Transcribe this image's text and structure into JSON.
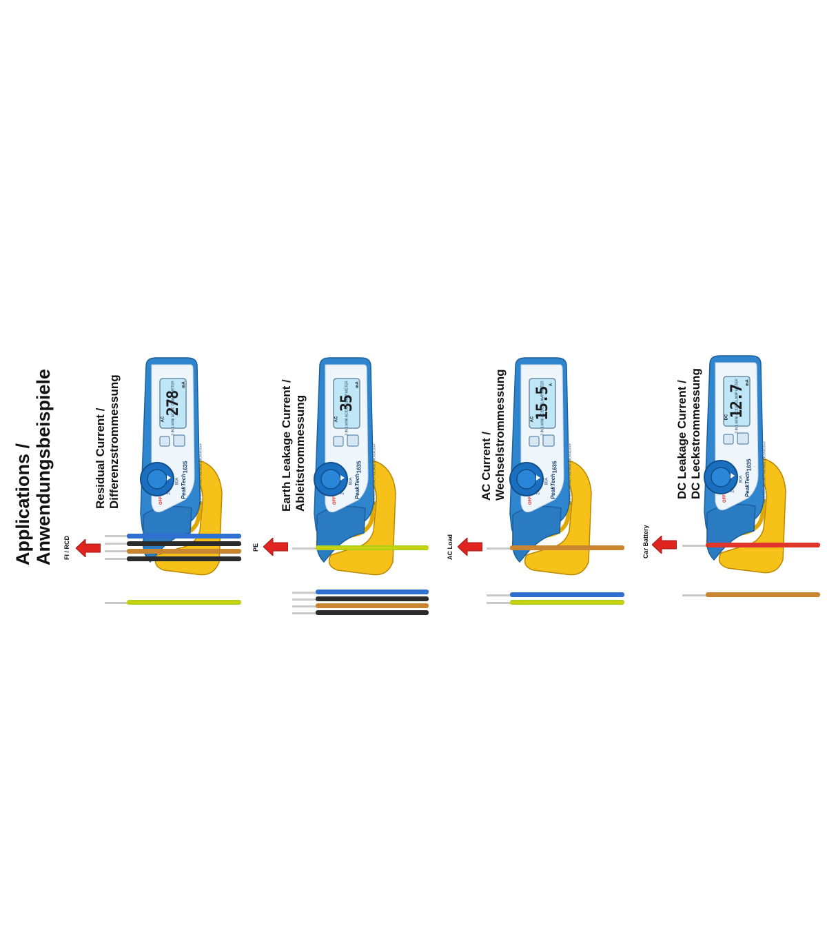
{
  "page_title": {
    "line1": "Applications /",
    "line2": "Anwendungsbeispiele"
  },
  "applications": [
    {
      "title_en": "Residual Current /",
      "title_de": "Differenzstrommessung",
      "source_label": "FI / RCD",
      "display_value": "278",
      "display_unit": "mA",
      "display_mode": "AC"
    },
    {
      "title_en": "Earth Leakage Current /",
      "title_de": "Ableitstrommessung",
      "source_label": "PE",
      "display_value": "35",
      "display_unit": "mA",
      "display_mode": "AC"
    },
    {
      "title_en": "AC Current /",
      "title_de": "Wechselstrommessung",
      "source_label": "AC Load",
      "display_value": "15.5",
      "display_unit": "A",
      "display_mode": "AC"
    },
    {
      "title_en": "DC Leakage Current /",
      "title_de": "DC Leckstrommessung",
      "source_label": "Car Battery",
      "display_value": "12.7",
      "display_unit": "mA",
      "display_mode": "DC"
    }
  ],
  "meter": {
    "brand": "PeakTech",
    "model": "1635",
    "label_top": "3 IN 1 MINI AC/DC CLAMP METER",
    "label_bottom": "WITH NON-CONTACT VOLTAGE & FLASHLIGHT",
    "range_off": "OFF",
    "range_2a": "2A",
    "range_80a": "80A"
  },
  "colors": {
    "meter_blue": "#2f86cf",
    "meter_yellow": "#f6c21a",
    "arrow_red": "#e0241f",
    "wire_blue": "#2f6fd0",
    "wire_black": "#2b2b2b",
    "wire_brown": "#c98530",
    "wire_yellow_green": "#9fcf1c",
    "wire_red": "#e0352a"
  }
}
